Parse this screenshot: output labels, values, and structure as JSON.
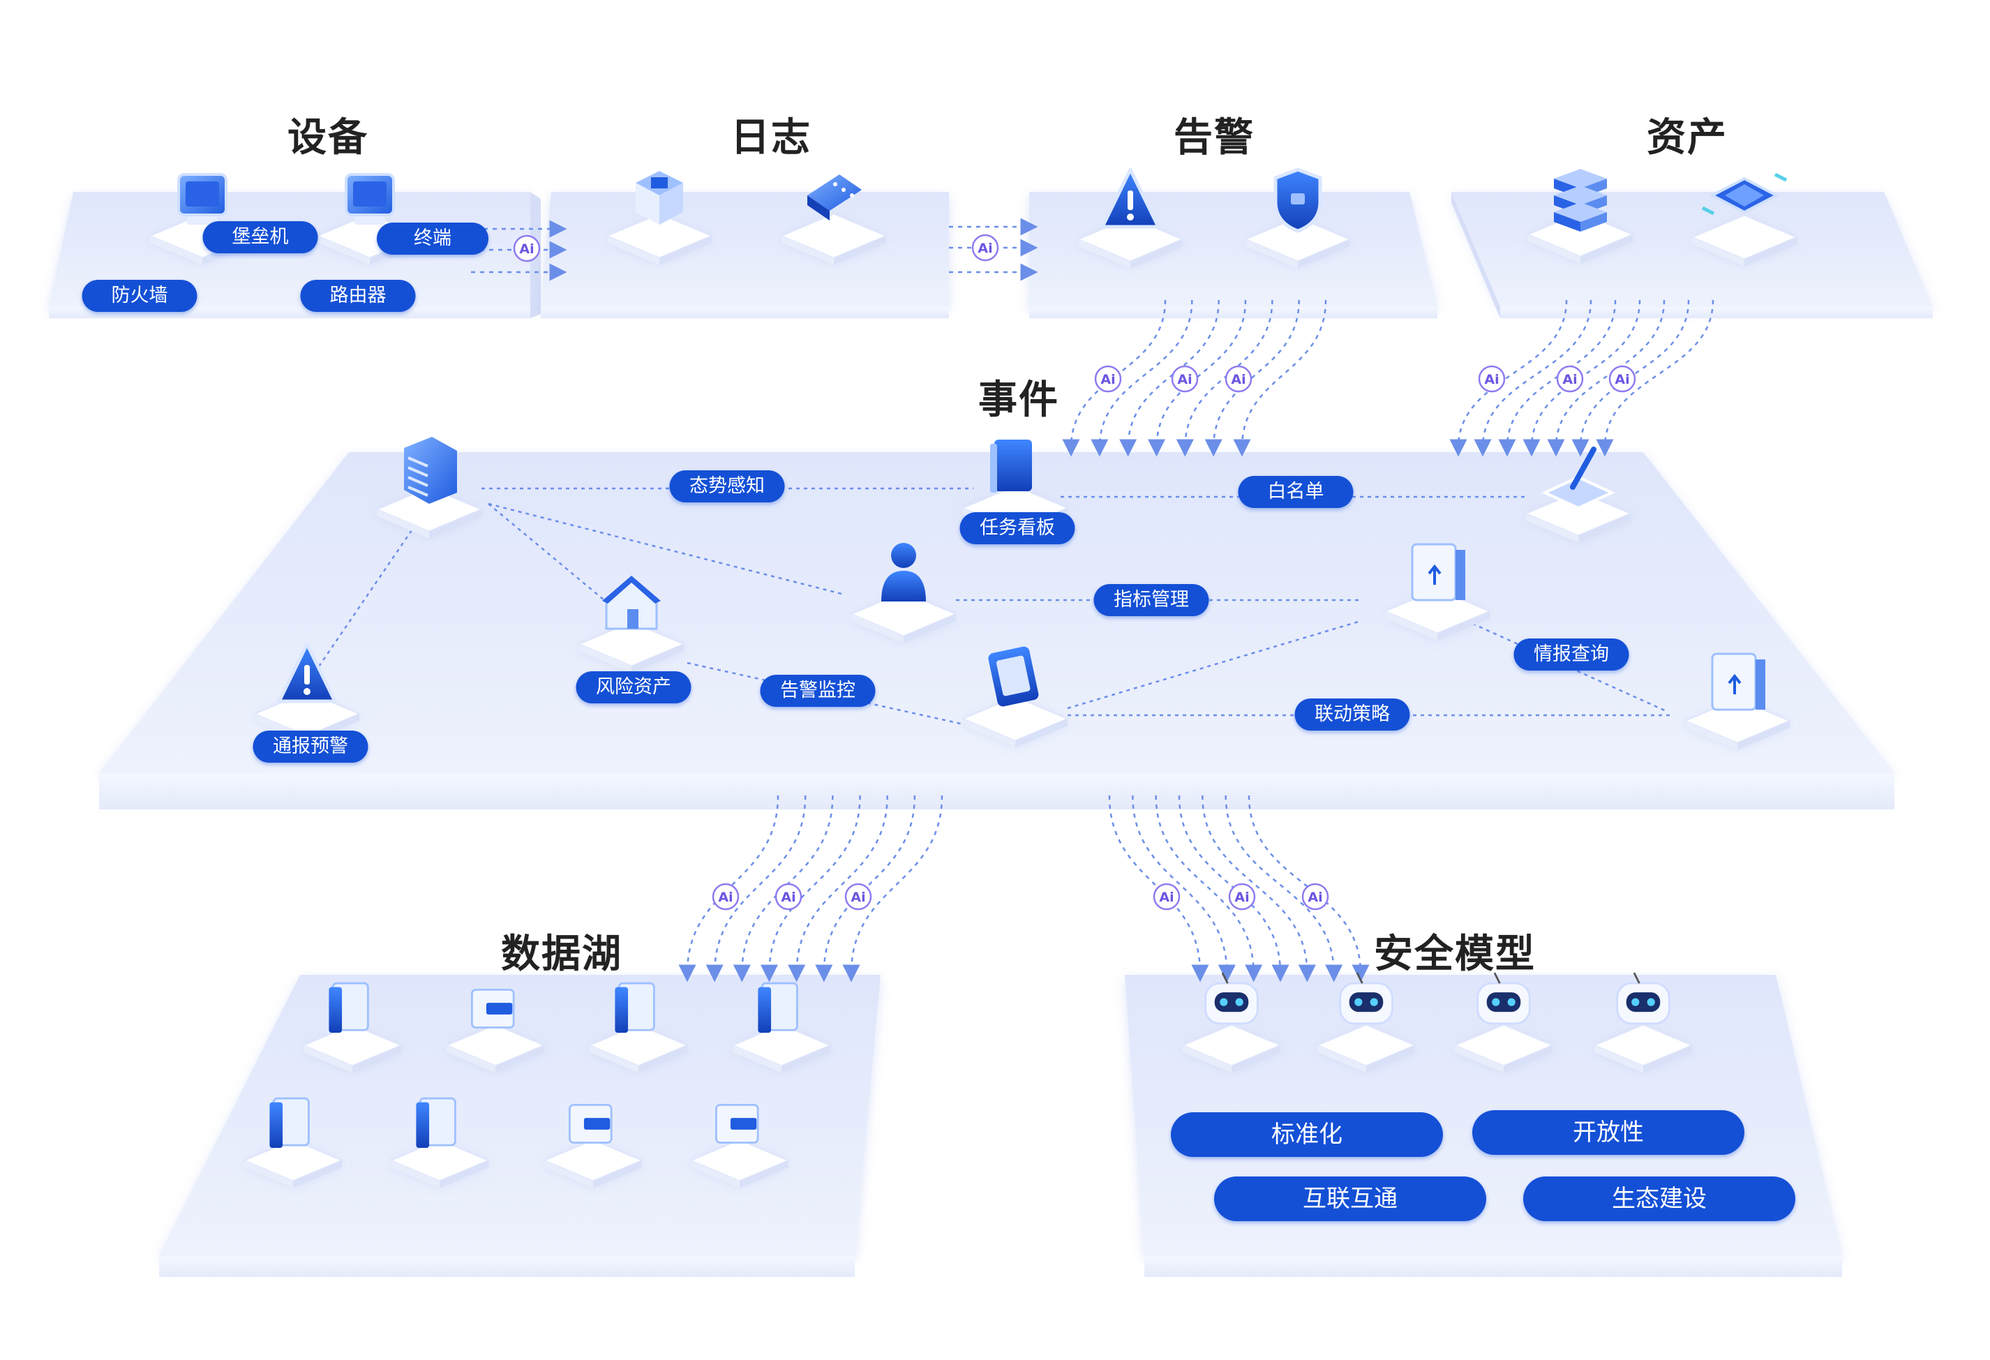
{
  "sections": {
    "devices": "设备",
    "logs": "日志",
    "alerts": "告警",
    "assets": "资产",
    "events": "事件",
    "datalake": "数据湖",
    "security_model": "安全模型"
  },
  "device_labels": {
    "bastion": "堡垒机",
    "terminal": "终端",
    "firewall": "防火墙",
    "router": "路由器"
  },
  "event_labels": {
    "situation": "态势感知",
    "task_board": "任务看板",
    "whitelist": "白名单",
    "metrics": "指标管理",
    "intel": "情报查询",
    "risk_assets": "风险资产",
    "alert_monitor": "告警监控",
    "linkage": "联动策略",
    "notify": "通报预警"
  },
  "model_labels": {
    "standard": "标准化",
    "open": "开放性",
    "interconnect": "互联互通",
    "ecosystem": "生态建设"
  },
  "ai_badge": "Ai",
  "colors": {
    "accent": "#1450d6",
    "platform": "#e6ecfb",
    "line": "#6b8ee8"
  }
}
